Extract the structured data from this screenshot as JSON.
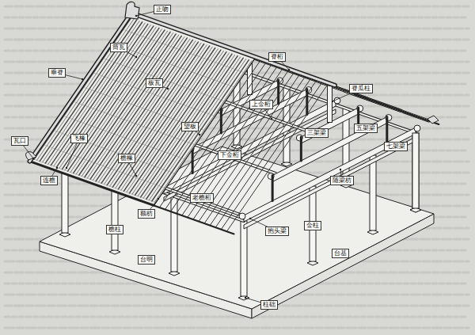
{
  "diagram": {
    "labels": [
      "正吻",
      "垂脊",
      "筒瓦",
      "板瓦",
      "飞椽",
      "瓦口",
      "连檐",
      "檐椽",
      "望板",
      "脊桁",
      "脊瓜柱",
      "上金桁",
      "三架梁",
      "五架梁",
      "下金桁",
      "七架梁",
      "随梁枋",
      "老檐桁",
      "抱头梁",
      "额枋",
      "檐柱",
      "金柱",
      "柱础",
      "台明",
      "台基"
    ]
  }
}
